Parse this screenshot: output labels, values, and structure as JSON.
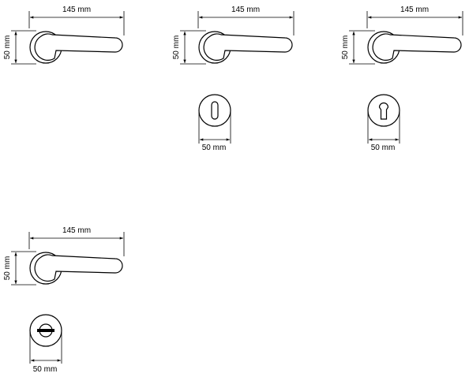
{
  "drawings": [
    {
      "id": "handle-1",
      "handle_width_label": "145 mm",
      "rose_height_label": "50 mm",
      "escutcheon": null
    },
    {
      "id": "handle-2",
      "handle_width_label": "145 mm",
      "rose_height_label": "50 mm",
      "escutcheon": {
        "type": "keyhole",
        "width_label": "50 mm"
      }
    },
    {
      "id": "handle-3",
      "handle_width_label": "145 mm",
      "rose_height_label": "50 mm",
      "escutcheon": {
        "type": "euro-cylinder",
        "width_label": "50 mm"
      }
    },
    {
      "id": "handle-4",
      "handle_width_label": "145 mm",
      "rose_height_label": "50 mm",
      "escutcheon": {
        "type": "wc-turn",
        "width_label": "50 mm"
      }
    }
  ],
  "colors": {
    "line": "#000000",
    "background": "#ffffff"
  }
}
